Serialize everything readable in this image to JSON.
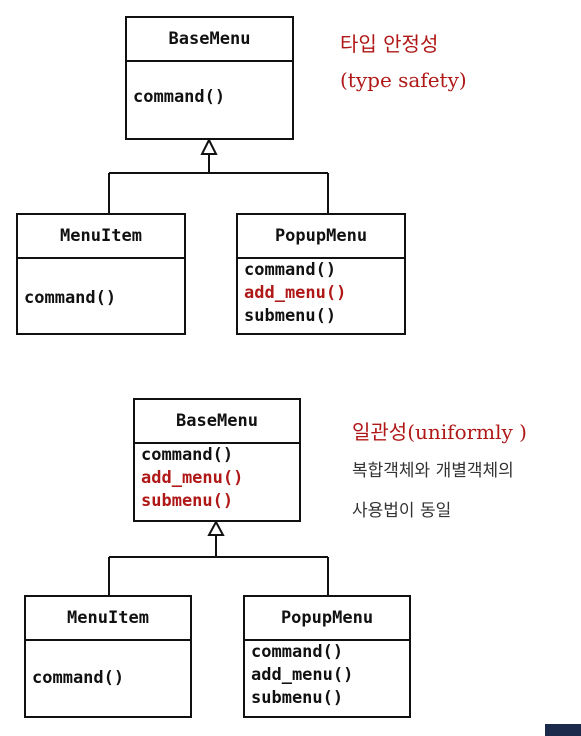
{
  "diagrams": [
    {
      "note_title": "타입 안정성",
      "note_subtitle": "(type safety)",
      "base": {
        "name": "BaseMenu",
        "methods": [
          {
            "label": "command()"
          }
        ]
      },
      "left": {
        "name": "MenuItem",
        "methods": [
          {
            "label": "command()"
          }
        ]
      },
      "right": {
        "name": "PopupMenu",
        "methods": [
          {
            "label": "command()"
          },
          {
            "label": "add_menu()",
            "highlight": true
          },
          {
            "label": "submenu()"
          }
        ]
      }
    },
    {
      "note_title": "일관성(uniformly )",
      "note_lines": [
        "복합객체와 개별객체의",
        "사용법이 동일"
      ],
      "base": {
        "name": "BaseMenu",
        "methods": [
          {
            "label": "command()"
          },
          {
            "label": "add_menu()",
            "highlight": true
          },
          {
            "label": "submenu()",
            "highlight": true
          }
        ]
      },
      "left": {
        "name": "MenuItem",
        "methods": [
          {
            "label": "command()"
          }
        ]
      },
      "right": {
        "name": "PopupMenu",
        "methods": [
          {
            "label": "command()"
          },
          {
            "label": "add_menu()"
          },
          {
            "label": "submenu()"
          }
        ]
      }
    }
  ],
  "colors": {
    "highlight": "#b01818",
    "ink": "#111111"
  }
}
